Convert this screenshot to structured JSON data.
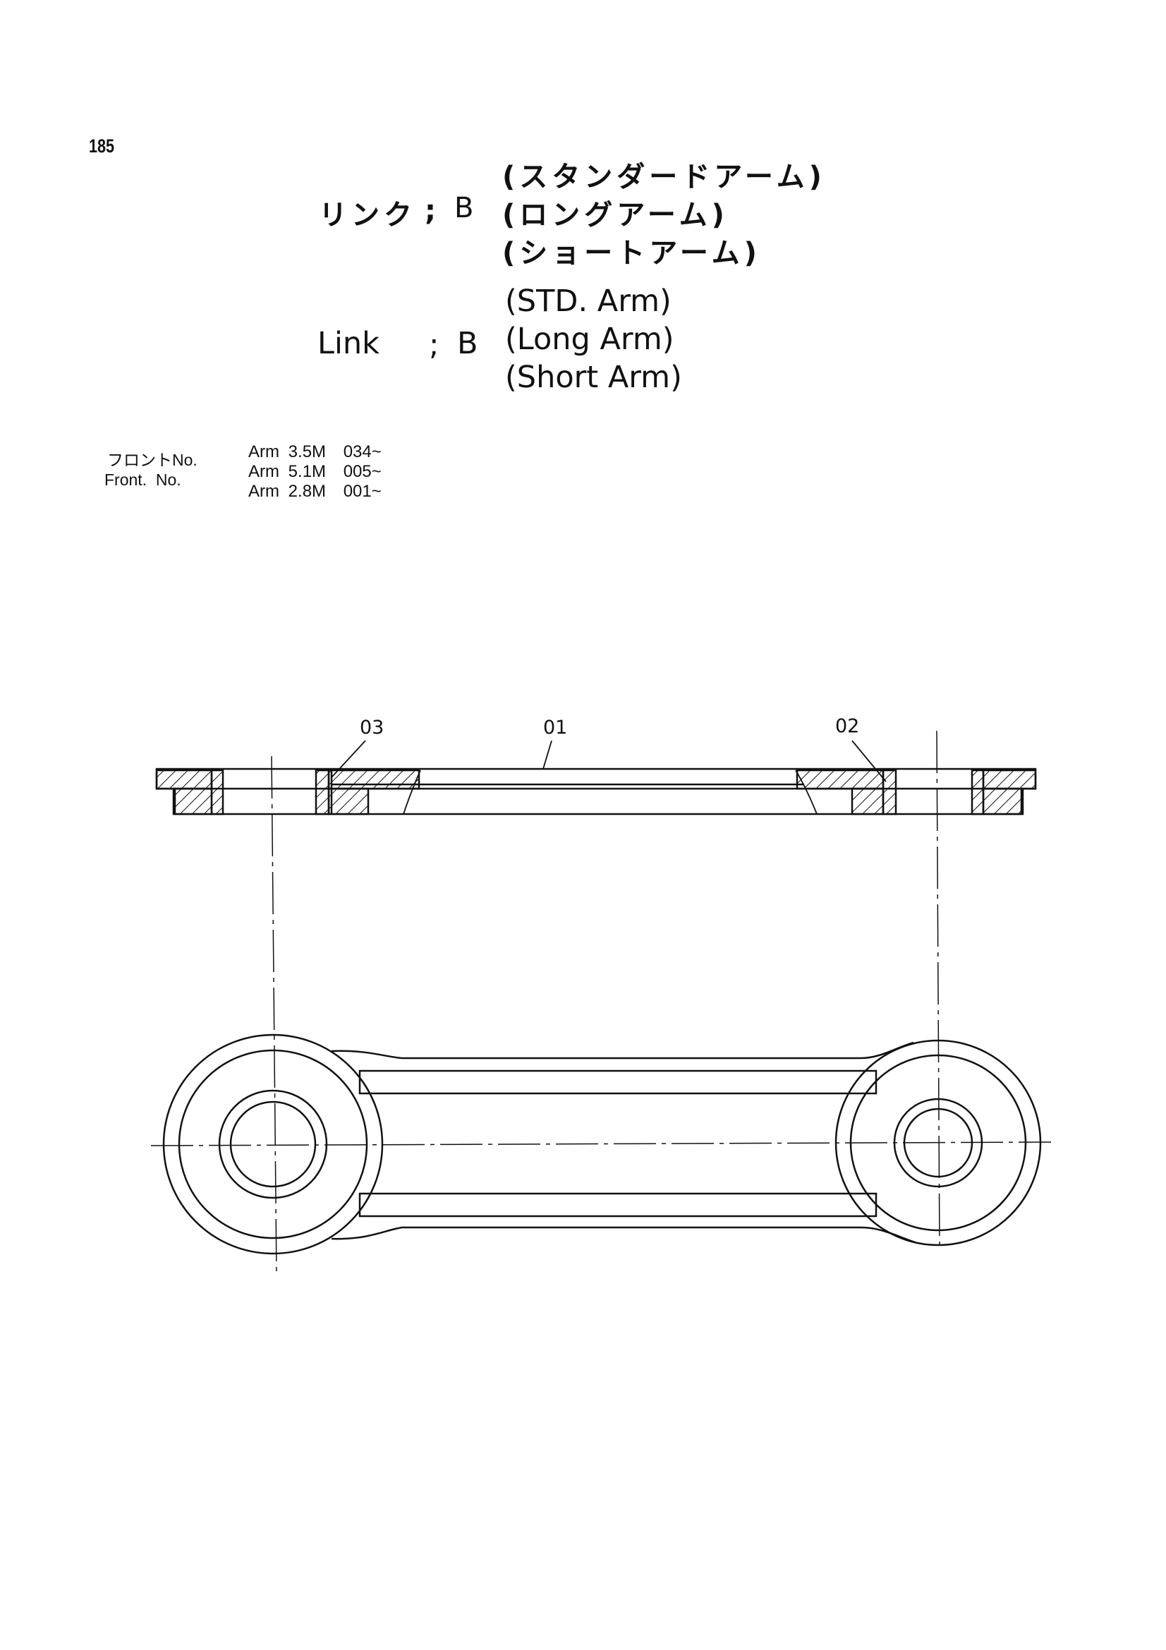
{
  "page_number": "185",
  "title": {
    "jp_name": "リンク",
    "separator": ";",
    "code": "B",
    "jp_variants": [
      "(スタンダードアーム)",
      "(ロングアーム)",
      "(ショートアーム)"
    ],
    "en_name": "Link",
    "en_variants": [
      "(STD. Arm)",
      "(Long Arm)",
      "(Short Arm)"
    ]
  },
  "front_no": {
    "label_jp": "フロントNo.",
    "label_en": "Front.  No.",
    "entries": [
      {
        "arm": "Arm",
        "length": "3.5M",
        "from": "034~"
      },
      {
        "arm": "Arm",
        "length": "5.1M",
        "from": "005~"
      },
      {
        "arm": "Arm",
        "length": "2.8M",
        "from": "001~"
      }
    ]
  },
  "drawing": {
    "callouts": [
      "03",
      "01",
      "02"
    ],
    "line_color": "#111111"
  }
}
